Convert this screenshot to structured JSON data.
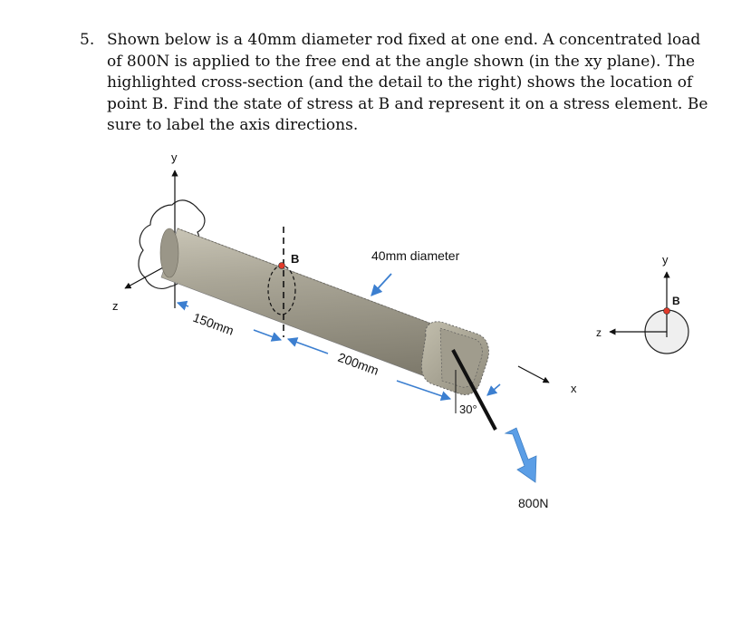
{
  "problem": {
    "number": "5.",
    "text": "Shown below is a 40mm diameter rod fixed at one end.  A concentrated load of 800N is applied to the free end at the angle shown (in the xy plane).  The highlighted cross-section (and the detail to the right) shows the location of point B.  Find the state of stress at B and represent it on a stress element.  Be sure to label the axis directions."
  },
  "figure": {
    "axis_y": "y",
    "axis_z": "z",
    "axis_x": "x",
    "point_b": "B",
    "diameter_label": "40mm diameter",
    "dim_150": "150mm",
    "dim_200": "200mm",
    "angle_label": "30°",
    "load_label": "800N",
    "detail": {
      "axis_y": "y",
      "axis_z": "z",
      "point_b": "B"
    },
    "colors": {
      "rod_fill": "#a7a394",
      "rod_dark": "#8a8677",
      "arrow_blue": "#3c7fd0",
      "load_arrow": "#5b9ee6",
      "point_red": "#e03a2a"
    }
  }
}
